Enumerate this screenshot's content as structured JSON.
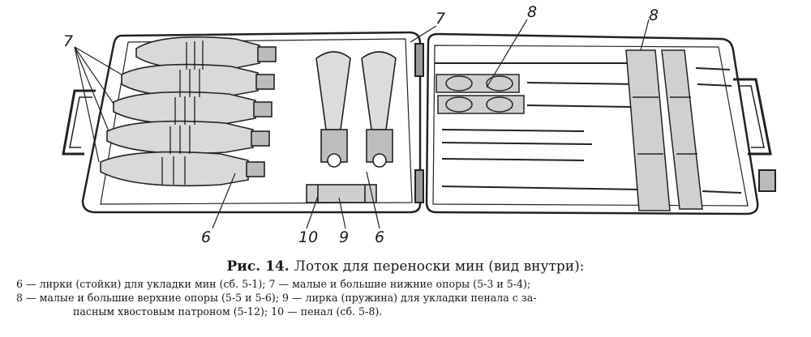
{
  "callouts": {
    "c7_left": "7",
    "c7_top": "7",
    "c8_center": "8",
    "c8_right": "8",
    "c6_bottom": "6",
    "c10_bottom": "10",
    "c9_bottom": "9",
    "c6_bottom2": "6"
  },
  "caption": {
    "title_prefix": "Рис. 14.",
    "title_text": "Лоток для переноски мин (вид внутри):",
    "lines": [
      "6 — лирки (стойки) для укладки мин (сб. 5-1); 7 — малые и большие нижние опоры (5-3 и 5-4);",
      "8 — малые и большие верхние опоры (5-5 и 5-6); 9 — лирка (пружина) для укладки пенала с за-",
      "пасным хвостовым патроном (5-12); 10 — пенал (сб. 5-8)."
    ]
  }
}
